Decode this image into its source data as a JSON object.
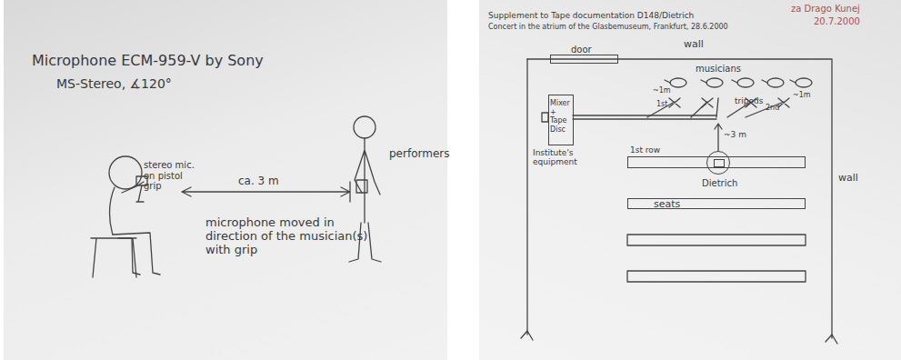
{
  "diagram": {
    "nodes": [
      {
        "text": [
          "door"
        ]
      },
      {
        "text": [
          "Mixer + Tape Disc"
        ]
      },
      {
        "text": [
          "1st row"
        ]
      },
      {
        "text": [
          "Dietrich"
        ]
      },
      {
        "text": [
          "seats"
        ]
      }
    ],
    "labels": [
      "Microphone ECM-959-V by Sony",
      "MS-Stereo, ∡120°",
      "stereo mic. on pistol grip",
      "ca. 3 m",
      "performers",
      "microphone moved in direction of the musician(s) with grip",
      "Supplement to Tape documentation D148/Dietrich",
      "Concert in the atrium of the Glasbemuseum, Frankfurt, 28.6.2000",
      "za Drago Kunej",
      "20.7.2000",
      "wall",
      "musicians",
      "~1m",
      "1st",
      "tripods",
      "2nd",
      "~1m",
      "~3 m",
      "Institute's equipment",
      "wall"
    ]
  }
}
